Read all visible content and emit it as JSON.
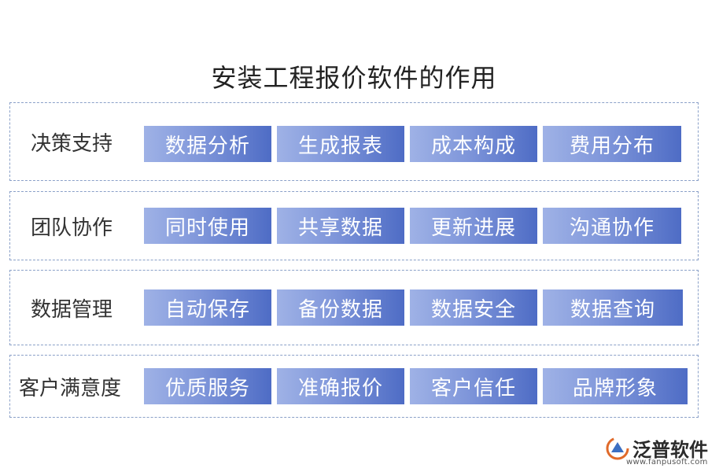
{
  "title": "安装工程报价软件的作用",
  "rows": [
    {
      "label": "决策支持",
      "items": [
        "数据分析",
        "生成报表",
        "成本构成",
        "费用分布"
      ]
    },
    {
      "label": "团队协作",
      "items": [
        "同时使用",
        "共享数据",
        "更新进展",
        "沟通协作"
      ]
    },
    {
      "label": "数据管理",
      "items": [
        "自动保存",
        "备份数据",
        "数据安全",
        "数据查询"
      ]
    },
    {
      "label": "客户满意度",
      "items": [
        "优质服务",
        "准确报价",
        "客户信任",
        "品牌形象"
      ]
    }
  ],
  "logo": {
    "text": "泛普软件",
    "url": "www.fanpusoft.com",
    "icon": "fanpu-logo-icon"
  },
  "colors": {
    "chip_start": "#9fb2e6",
    "chip_end": "#4e6cc5",
    "border": "#8aa0c8"
  }
}
